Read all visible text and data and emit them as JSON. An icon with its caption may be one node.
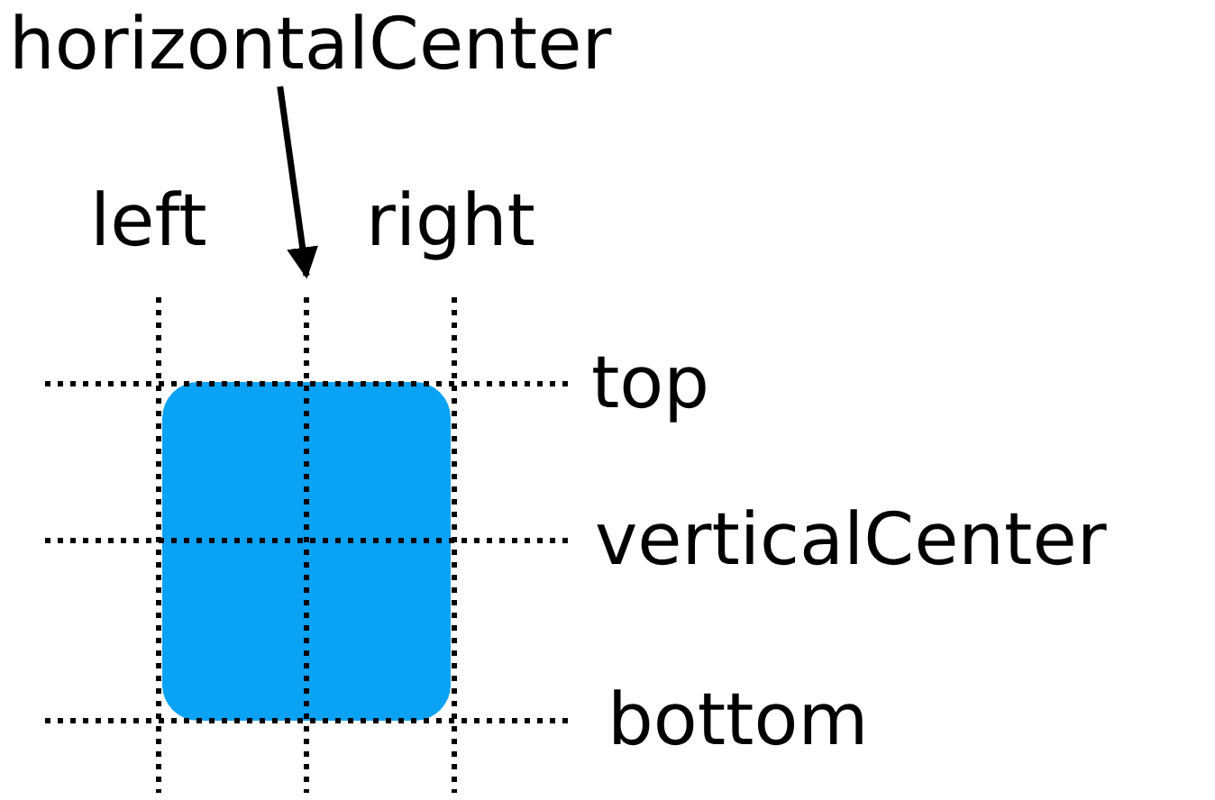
{
  "diagram": {
    "nodes": [
      {
        "text": [
          "horizontalCenter"
        ]
      },
      {
        "text": [],
        "shape": "box"
      },
      {
        "text": [],
        "shape": "line"
      }
    ],
    "edges": [
      {
        "from": 0,
        "to": 2,
        "arrow": "to"
      }
    ],
    "labels": [
      "left",
      "right",
      "top",
      "verticalCenter",
      "bottom"
    ]
  }
}
